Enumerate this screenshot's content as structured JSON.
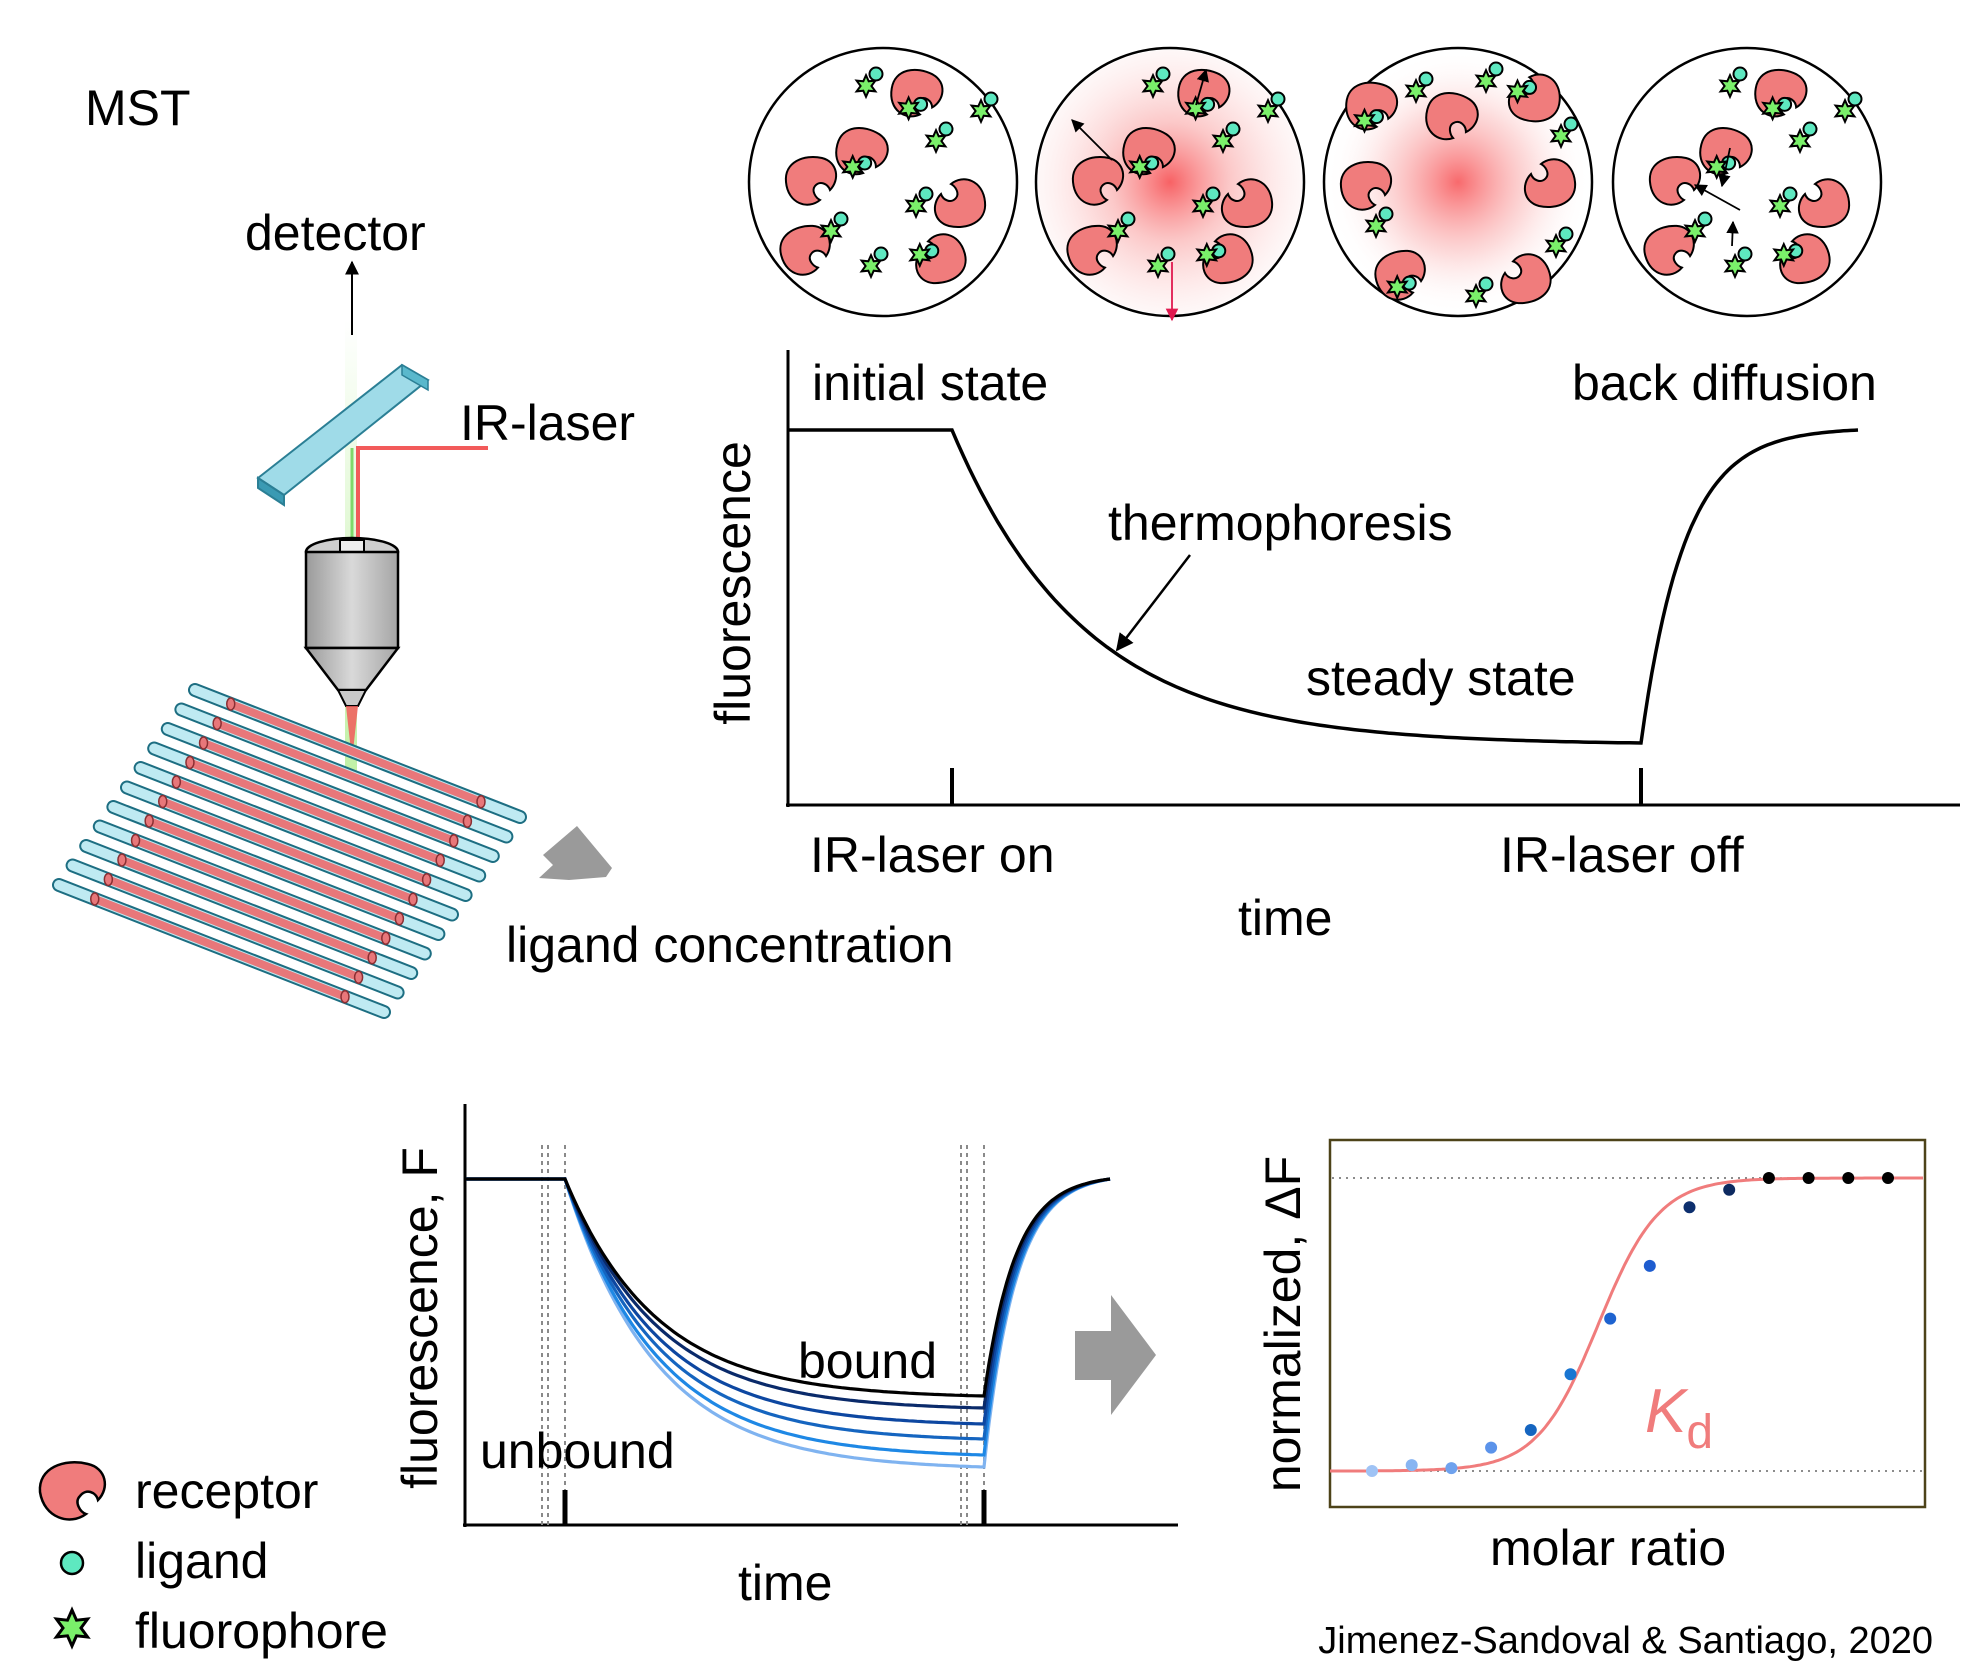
{
  "title": "MST",
  "optics": {
    "detector_label": "detector",
    "ir_laser_label": "IR-laser",
    "capillary_caption": "ligand concentration"
  },
  "time_trace": {
    "ylabel": "fluorescence",
    "xlabel": "time",
    "initial_state": "initial state",
    "thermophoresis": "thermophoresis",
    "steady_state": "steady state",
    "back_diffusion": "back diffusion",
    "laser_on": "IR-laser on",
    "laser_off": "IR-laser off"
  },
  "overlay_trace": {
    "ylabel": "fluorescence, F",
    "xlabel": "time",
    "bound_label": "bound",
    "unbound_label": "unbound",
    "series_colors": [
      "#000000",
      "#0a2a6a",
      "#0d47a1",
      "#1565c0",
      "#1e88e5",
      "#7fb3f0"
    ]
  },
  "legend": {
    "receptor": "receptor",
    "ligand": "ligand",
    "fluorophore": "fluorophore"
  },
  "binding_curve": {
    "ylabel": "normalized, ΔF",
    "xlabel": "molar ratio",
    "kd_main": "K",
    "kd_sub": "d"
  },
  "citation": "Jimenez-Sandoval & Santiago, 2020",
  "colors": {
    "receptor": "#f07c7c",
    "ligand": "#5ee8c0",
    "fluorophore": "#7af06a",
    "laser": "#f25a5a",
    "fit": "#f07c7c",
    "glass": "#4bb3cc"
  },
  "chart_data": [
    {
      "type": "line",
      "title": "",
      "xlabel": "time",
      "ylabel": "fluorescence",
      "annotations": [
        "initial state",
        "thermophoresis",
        "steady state",
        "back diffusion",
        "IR-laser on",
        "IR-laser off"
      ],
      "grid": false
    },
    {
      "type": "line",
      "title": "",
      "xlabel": "time",
      "ylabel": "fluorescence, F",
      "series_count": 6,
      "annotations": [
        "bound",
        "unbound"
      ],
      "grid": false
    },
    {
      "type": "scatter",
      "title": "",
      "xlabel": "molar ratio",
      "ylabel": "normalized, ΔF",
      "x": [
        1,
        2,
        3,
        4,
        5,
        6,
        7,
        8,
        9,
        10,
        11,
        12,
        13,
        14
      ],
      "y": [
        0.0,
        0.02,
        0.01,
        0.08,
        0.14,
        0.33,
        0.52,
        0.7,
        0.9,
        0.96,
        1.0,
        1.0,
        1.0,
        1.0
      ],
      "point_colors": [
        "#9fc3f5",
        "#88b5f2",
        "#6fa2ee",
        "#5b93ea",
        "#1565c0",
        "#1976d2",
        "#1e63d0",
        "#1e5ccf",
        "#0d2f6e",
        "#0d2a60",
        "#000",
        "#000",
        "#000",
        "#000"
      ],
      "fit": "sigmoid",
      "annotation": "Kd",
      "grid": false
    }
  ]
}
